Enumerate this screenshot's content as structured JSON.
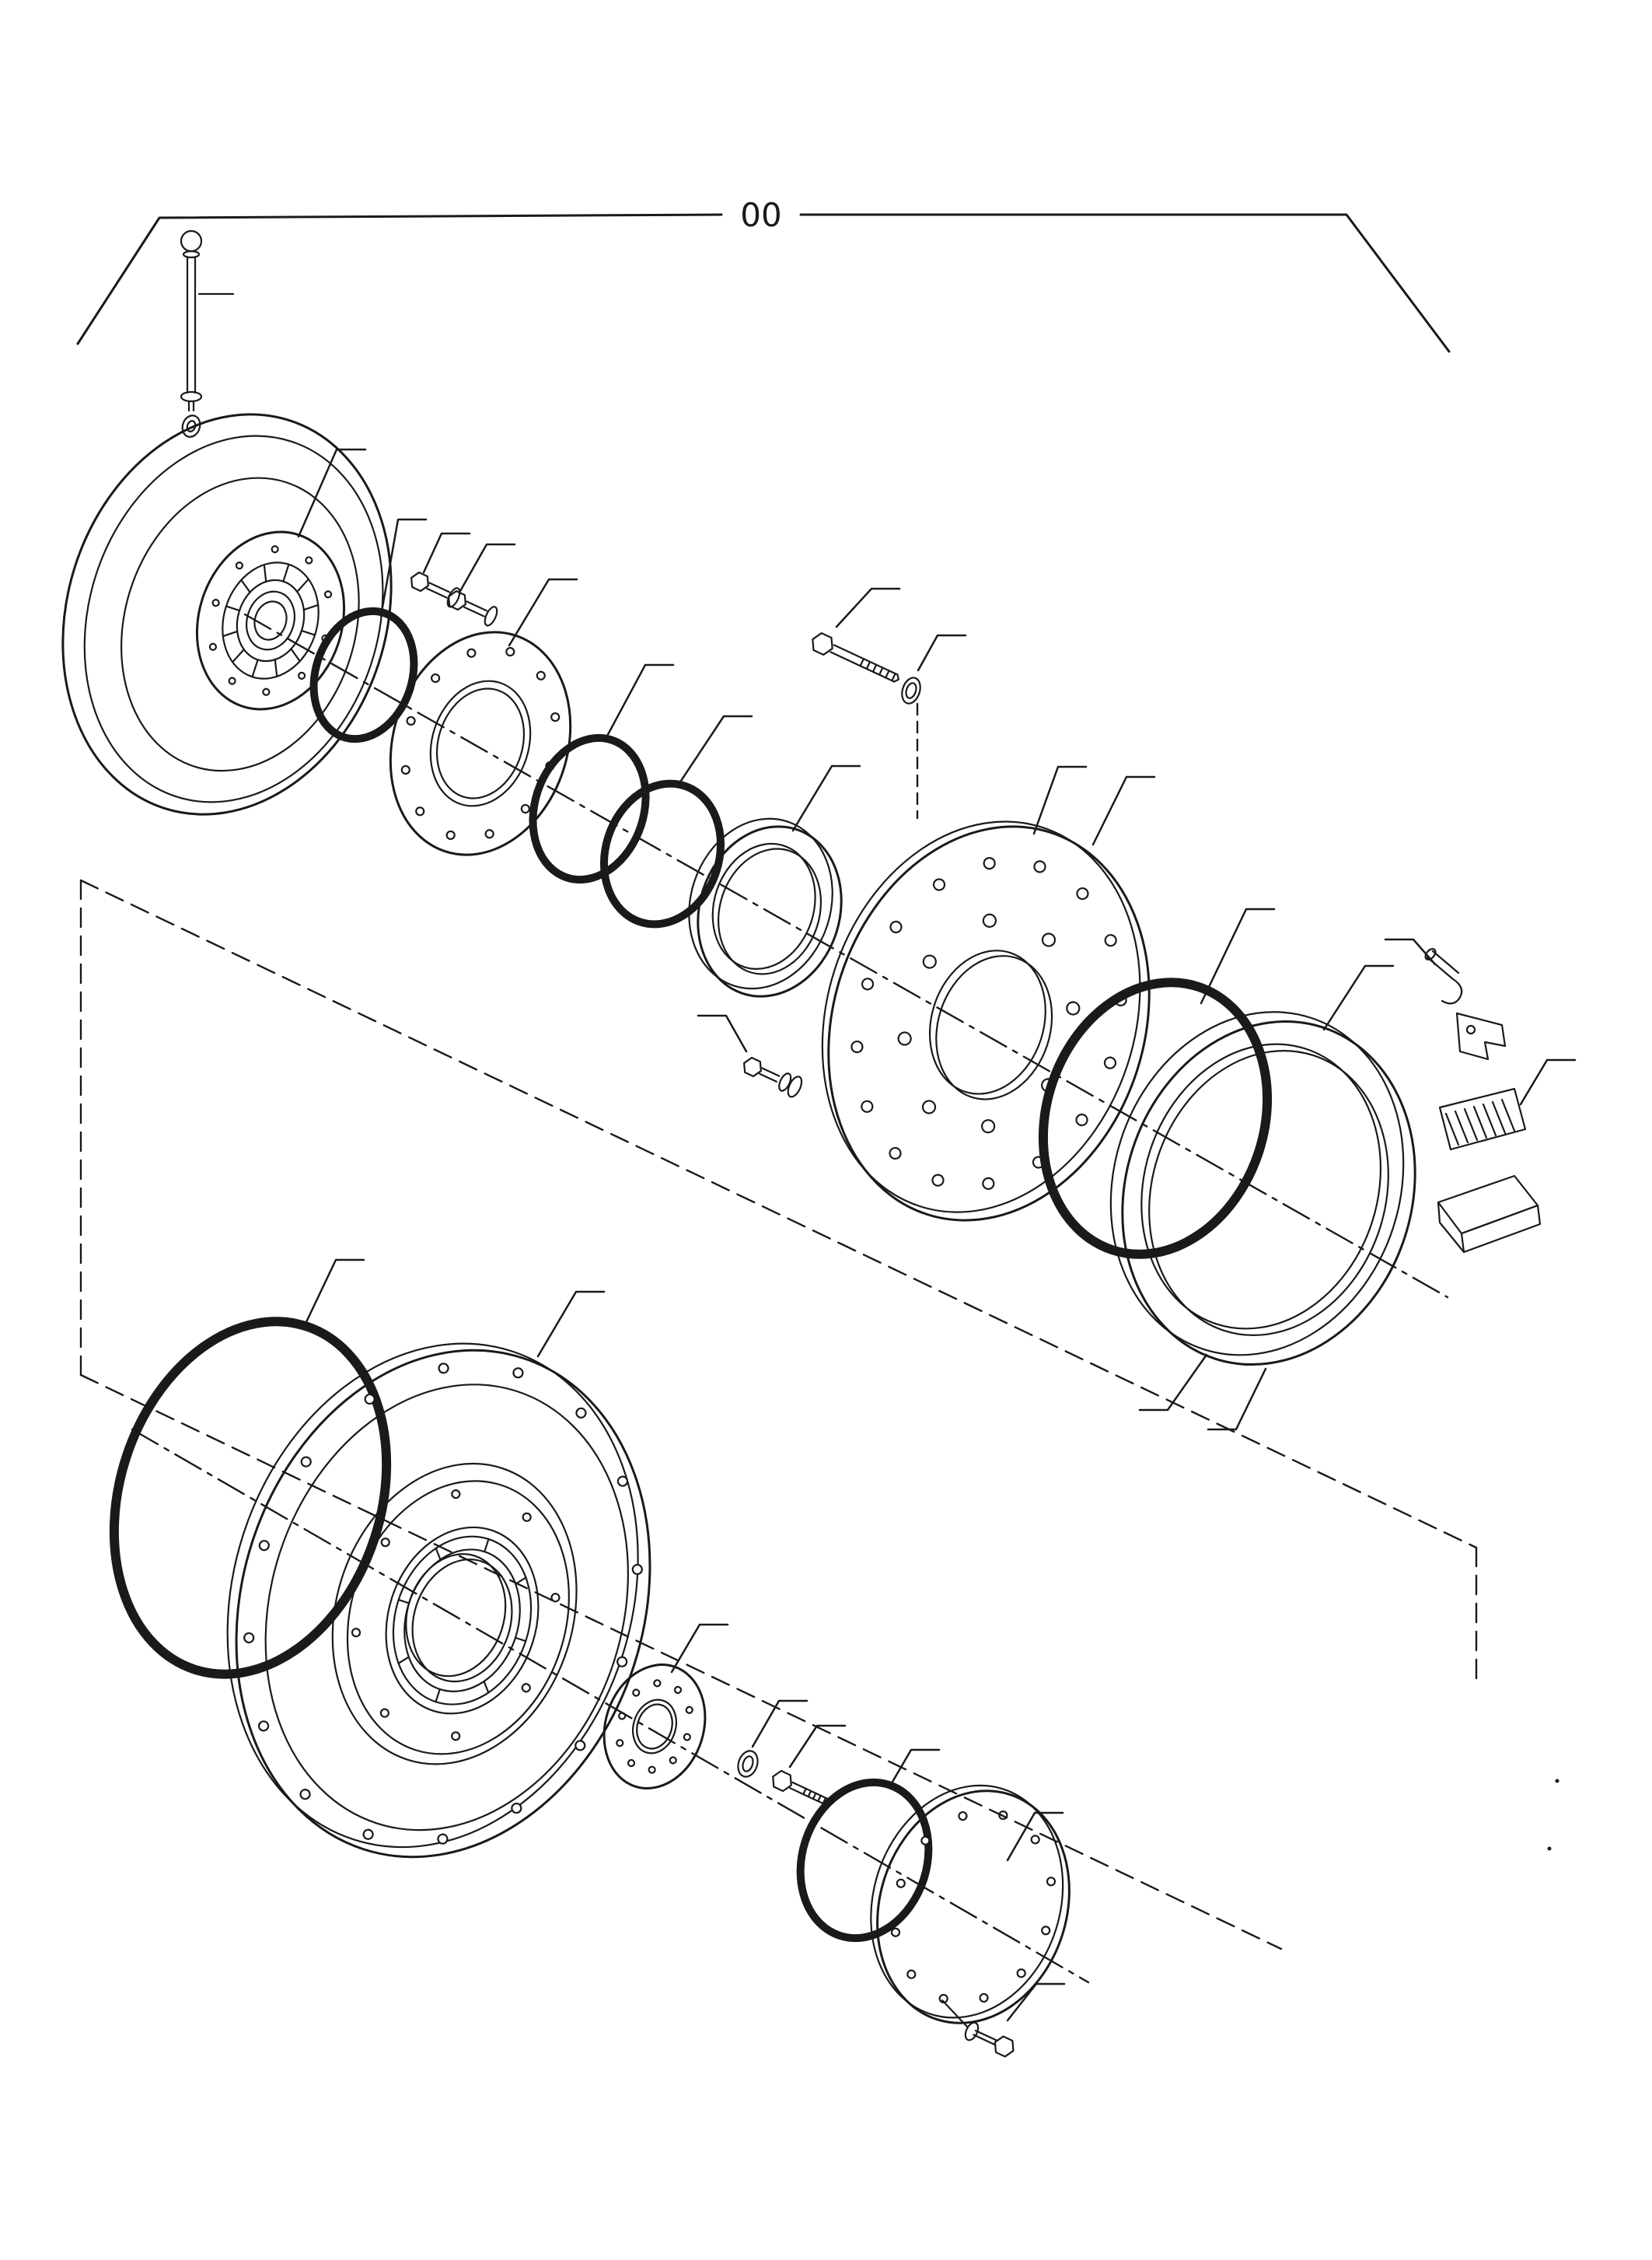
{
  "diagram": {
    "figure_label": "00",
    "line_color": "#1a1a1a",
    "background_color": "#ffffff",
    "type": "exploded-parts-view",
    "parts": [
      "breather-bolt",
      "hub-dish",
      "splined-hub",
      "o-ring-small",
      "retainer-plate",
      "o-ring-a",
      "o-ring-b",
      "seal-ring",
      "hex-bolt-short-a",
      "hex-bolt-short-b",
      "hex-bolt-long",
      "flat-washer",
      "damper-disc",
      "hex-bolt-with-washers",
      "o-ring-large",
      "drum-band",
      "cotter-pin",
      "bracket-strap",
      "friction-pad",
      "wedge-block",
      "o-ring-xl",
      "carrier-flange",
      "hub-plate",
      "flat-washer-small",
      "hex-bolt-lower",
      "o-ring-cover",
      "cover-plate",
      "hex-bolt-bottom"
    ]
  }
}
